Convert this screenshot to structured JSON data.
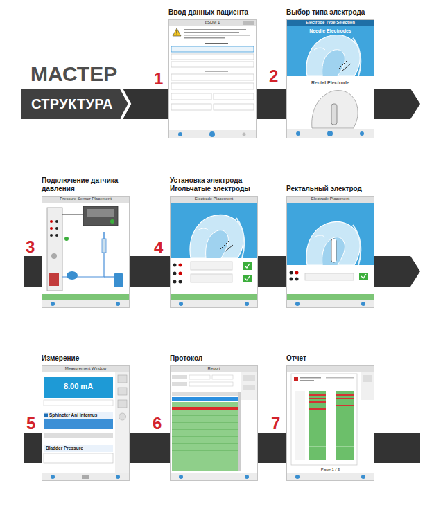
{
  "diagram": {
    "title": "МАСТЕР",
    "nodes": [
      {
        "text": [
          "СТРУКТУРА"
        ]
      },
      {
        "text": [
          "Ввод данных пациента"
        ]
      },
      {
        "text": [
          "Выбор типа электрода"
        ]
      },
      {
        "text": [
          "Подключение датчика давления"
        ]
      },
      {
        "text": [
          "Установка электрода Игольчатые электроды"
        ]
      },
      {
        "text": [
          "Ректальный электрод"
        ]
      },
      {
        "text": [
          "Измерение"
        ]
      },
      {
        "text": [
          "Протокол"
        ]
      },
      {
        "text": [
          "Отчет"
        ]
      }
    ],
    "labels": [
      "1",
      "pSDM 1",
      "2",
      "Electrode Type Selection",
      "Needle Electrodes",
      "Rectal Electrode",
      "3",
      "Pressure Sensor Placement",
      "4",
      "Electrode Placement",
      "Electrode Placement",
      "5",
      "Measurement Window",
      "8.00 mA",
      "Sphincter Ani Internus",
      "Bladder Pressure",
      "6",
      "Report",
      "7",
      "Page 1 / 3"
    ]
  }
}
